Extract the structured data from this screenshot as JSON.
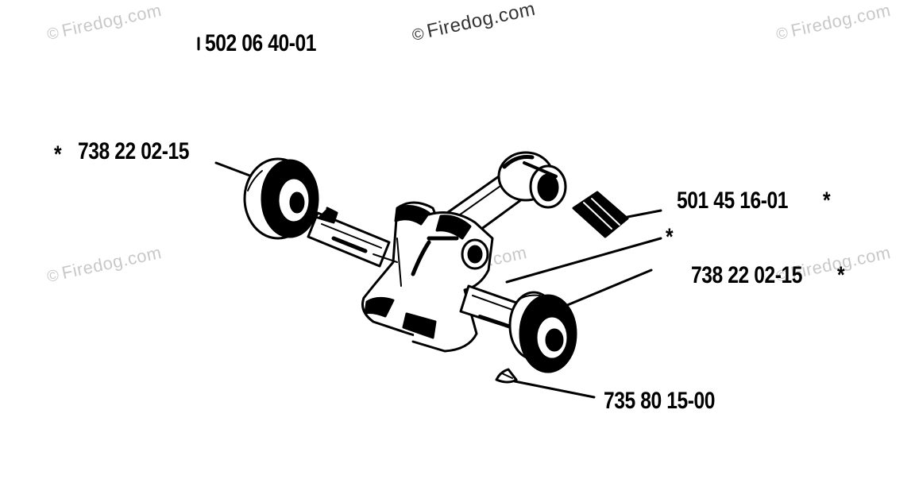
{
  "watermark_text": "Firedog.com",
  "watermark_symbol": "©",
  "part_numbers": {
    "assembly": "502 06 40-01",
    "bearing_left": "738 22 02-15",
    "bearing_left_mark": "*",
    "needle_bearing": "501 45 16-01",
    "needle_bearing_mark": "*",
    "unlabeled_mark": "*",
    "bearing_right": "738 22 02-15",
    "bearing_right_mark": "*",
    "key": "735 80 15-00"
  }
}
